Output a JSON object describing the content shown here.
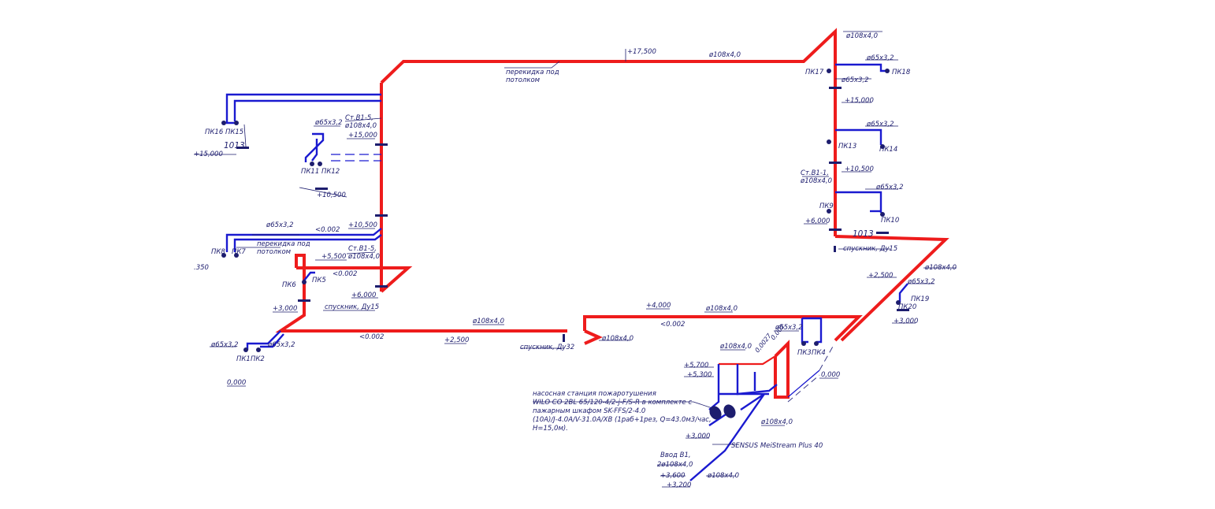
{
  "diagram": {
    "hydrants": {
      "pk1": "ПК1",
      "pk2": "ПК2",
      "pk3": "ПК3",
      "pk4": "ПК4",
      "pk5": "ПК5",
      "pk6": "ПК6",
      "pk7": "ПК7",
      "pk8": "ПК8",
      "pk9": "ПК9",
      "pk10": "ПК10",
      "pk11_12": "ПК11 ПК12",
      "pk13": "ПК13",
      "pk14": "ПК14",
      "pk16_15": "ПК16 ПК15",
      "pk17": "ПК17",
      "pk18": "ПК18",
      "pk19": "ПК19",
      "pk20": "ПК20"
    },
    "elevations": {
      "e17500": "+17,500",
      "e15000_top": "+15,000",
      "e15000_left": "+15,000",
      "e15000_right": "+15,000",
      "e10500_a": "+10,500",
      "e10500_b": "+10,500",
      "e10500_right": "+10,500",
      "e6000_left": "+6,000",
      "e6000_right": "+6,000",
      "e5500": "+5,500",
      "e3000_left": "+3,000",
      "e2500_a": "+2,500",
      "e2500_b": "+2,500",
      "e4000": "+4,000",
      "e3000_right": "+3,000",
      "e5700": "+5,700",
      "e5300": "+5,300",
      "e3000_pump": "+3,000",
      "e3600": "+3,600",
      "e3200": "+3,200",
      "e0000_left": "0,000",
      "e0000_right": "0,000",
      "e350": ".350"
    },
    "pipes": {
      "d108": "ø108x4,0",
      "d65": "ø65x3,2",
      "d108_input": "2ø108x4,0"
    },
    "slopes": {
      "s002": "<0.002",
      "s0002": "0,002",
      "s0027": "0,0027"
    },
    "risers": {
      "st_b1_5": "Ст.В1-5,",
      "st_b1_1": "Ст.В1-1,"
    },
    "notes": {
      "crossover": "перекидка под",
      "crossover2": "потолком",
      "drain15": "спускник, Ду15",
      "drain32": "спускник, Ду32",
      "dim1013": "1013",
      "input": "Ввод В1,",
      "meter": "SENSUS MeiStream Plus 40"
    },
    "pump_station": {
      "line1": "насосная станция пожаротушения",
      "line2": "WILO CO 2BL 65/120-4/2-j-F/S-R в комплекте с",
      "line3": "пажарным шкафом SK-FFS/2-4.0",
      "line4": "(10A)/J-4.0A/V-31.0A/XB (1раб+1рез, Q=43.0м3/час,",
      "line5": "H=15,0м)."
    },
    "colors": {
      "main_pipe": "#ee1c1c",
      "branch_pipe": "#1a1ad0",
      "text": "#1d1d6e"
    }
  }
}
